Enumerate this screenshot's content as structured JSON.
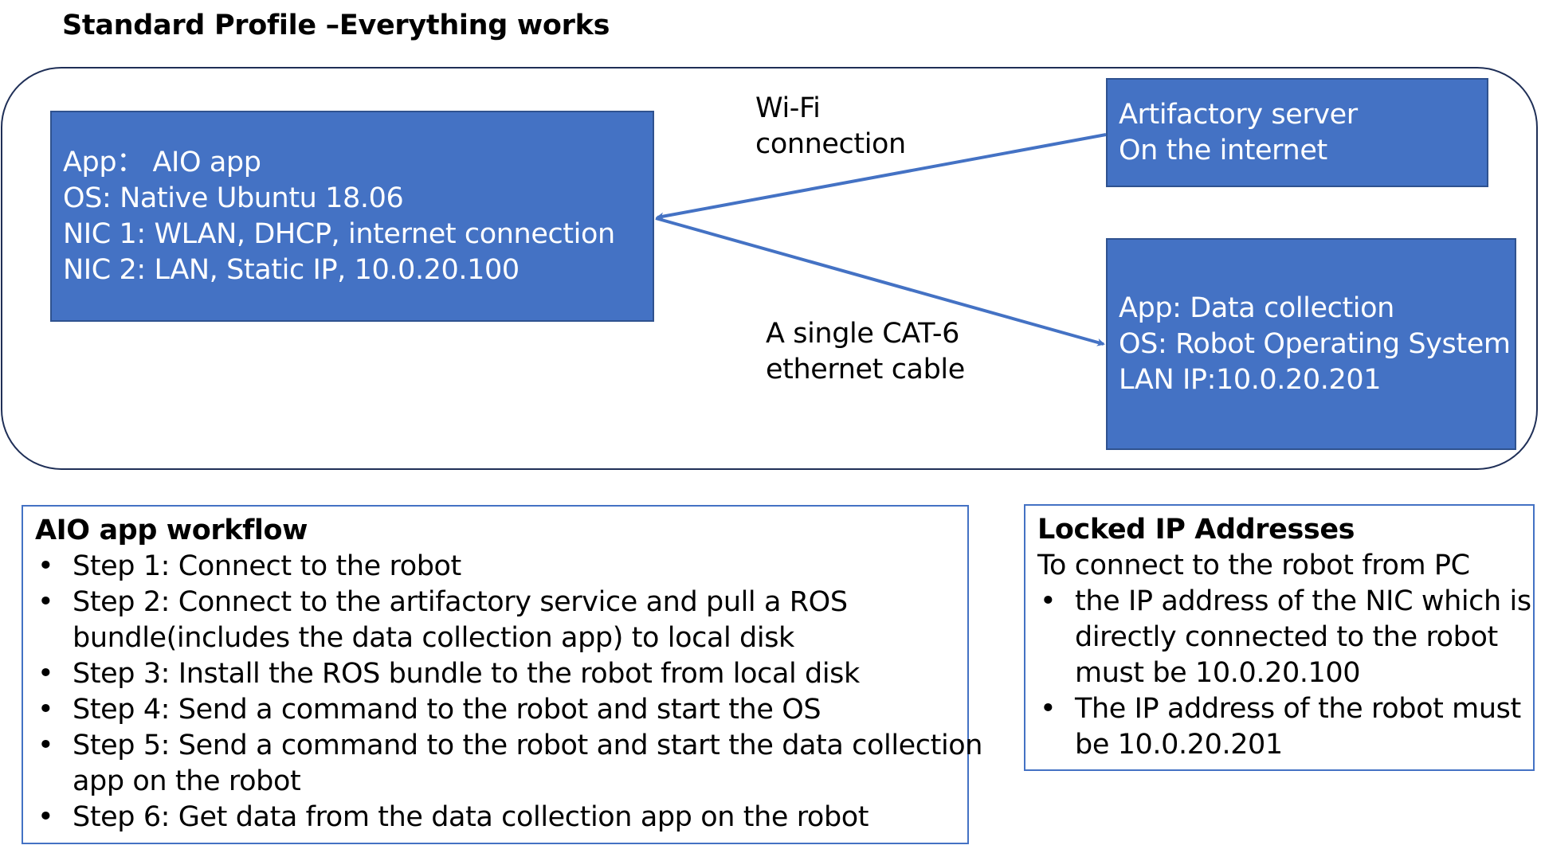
{
  "title": "Standard Profile –Everything works",
  "pc_box": {
    "lines": [
      "App：  AIO app",
      "OS: Native Ubuntu 18.06",
      "NIC 1: WLAN, DHCP, internet connection",
      "NIC 2: LAN, Static IP, 10.0.20.100"
    ]
  },
  "artifactory_box": {
    "lines": [
      "Artifactory server",
      "On the internet"
    ]
  },
  "robot_box": {
    "lines": [
      "App: Data collection",
      "OS: Robot Operating System",
      "LAN IP:10.0.20.201"
    ]
  },
  "wifi_label": [
    "Wi-Fi",
    "connection"
  ],
  "cable_label": [
    "A single CAT-6",
    "ethernet cable"
  ],
  "workflow": {
    "heading": "AIO app workflow",
    "bullet": "•",
    "steps": [
      [
        "Step 1: Connect to the robot"
      ],
      [
        "Step 2: Connect to the artifactory service and pull a ROS",
        "bundle(includes the data collection app) to local disk"
      ],
      [
        "Step 3: Install the ROS bundle to the robot from local disk"
      ],
      [
        "Step 4: Send a command to the robot and start the OS"
      ],
      [
        "Step 5: Send a command to the robot and start the data collection",
        "app on the robot"
      ],
      [
        "Step 6: Get data from the data collection app on the robot"
      ]
    ]
  },
  "locked_ips": {
    "heading": "Locked IP Addresses",
    "intro": "To connect to the robot from PC",
    "bullet": "•",
    "items": [
      [
        "the IP address of the NIC which is",
        "directly connected to the robot",
        "must be 10.0.20.100"
      ],
      [
        "The IP address of the robot must",
        "be 10.0.20.201"
      ]
    ]
  },
  "colors": {
    "box_fill": "#4472c4",
    "box_border": "#2f528f",
    "container_border": "#1f2f57",
    "arrow": "#4472c4"
  }
}
